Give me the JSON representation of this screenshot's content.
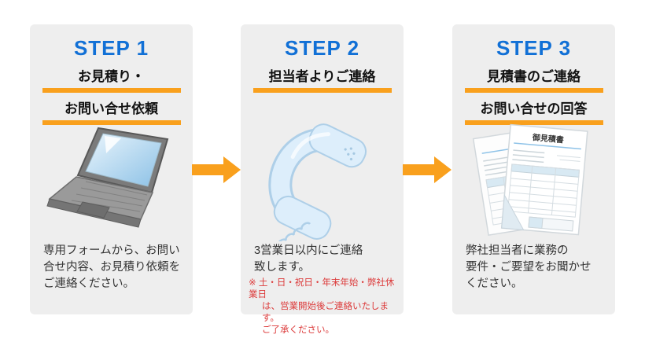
{
  "colors": {
    "step_title_blue": "#1170D6",
    "accent_orange": "#F9A01D",
    "note_red": "#DC3A3A",
    "card_background": "#EEEEEE",
    "body_text": "#333333"
  },
  "steps": [
    {
      "title": "STEP 1",
      "headings": [
        "お見積り・",
        "お問い合せ依頼"
      ],
      "body_lines": [
        "専用フォームから、お問い",
        "合せ内容、お見積り依頼を",
        "ご連絡ください。"
      ],
      "illustration": "laptop"
    },
    {
      "title": "STEP 2",
      "headings": [
        "担当者よりご連絡"
      ],
      "body_lines": [
        "3営業日以内にご連絡",
        "致します。"
      ],
      "note_lines": [
        "※ 土・日・祝日・年末年始・弊社休業日",
        "は、営業開始後ご連絡いたします。",
        "ご了承ください。"
      ],
      "illustration": "telephone-handset"
    },
    {
      "title": "STEP 3",
      "headings": [
        "見積書のご連絡",
        "お問い合せの回答"
      ],
      "body_lines": [
        "弊社担当者に業務の",
        "要件・ご要望をお聞かせ",
        "ください。"
      ],
      "document_title": "御見積書",
      "illustration": "estimate-documents"
    }
  ]
}
